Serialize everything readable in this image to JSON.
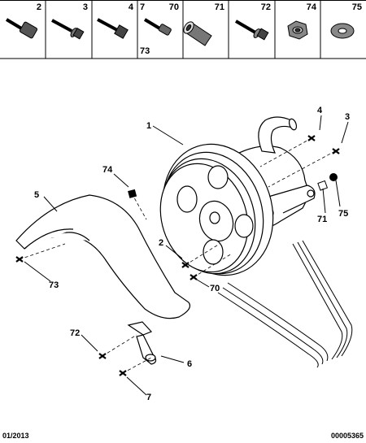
{
  "header_parts": [
    {
      "ref": "2",
      "icon": "socket-bolt-icon"
    },
    {
      "ref": "3",
      "icon": "flange-bolt-icon"
    },
    {
      "ref": "4",
      "icon": "hex-bolt-icon"
    },
    {
      "ref": "7",
      "icon": "stud-icon"
    },
    {
      "ref": "70",
      "icon": "stud-icon"
    },
    {
      "ref": "73",
      "icon": "stud-icon"
    },
    {
      "ref": "71",
      "icon": "spacer-sleeve-icon"
    },
    {
      "ref": "72",
      "icon": "washer-bolt-icon"
    },
    {
      "ref": "74",
      "icon": "nut-icon"
    },
    {
      "ref": "75",
      "icon": "washer-icon"
    }
  ],
  "callouts": {
    "c1": "1",
    "c2": "2",
    "c3": "3",
    "c4": "4",
    "c5": "5",
    "c6": "6",
    "c7": "7",
    "c70": "70",
    "c71": "71",
    "c72": "72",
    "c73": "73",
    "c74": "74",
    "c75": "75"
  },
  "footer": {
    "date": "01/2013",
    "diagram_number": "00005365"
  }
}
